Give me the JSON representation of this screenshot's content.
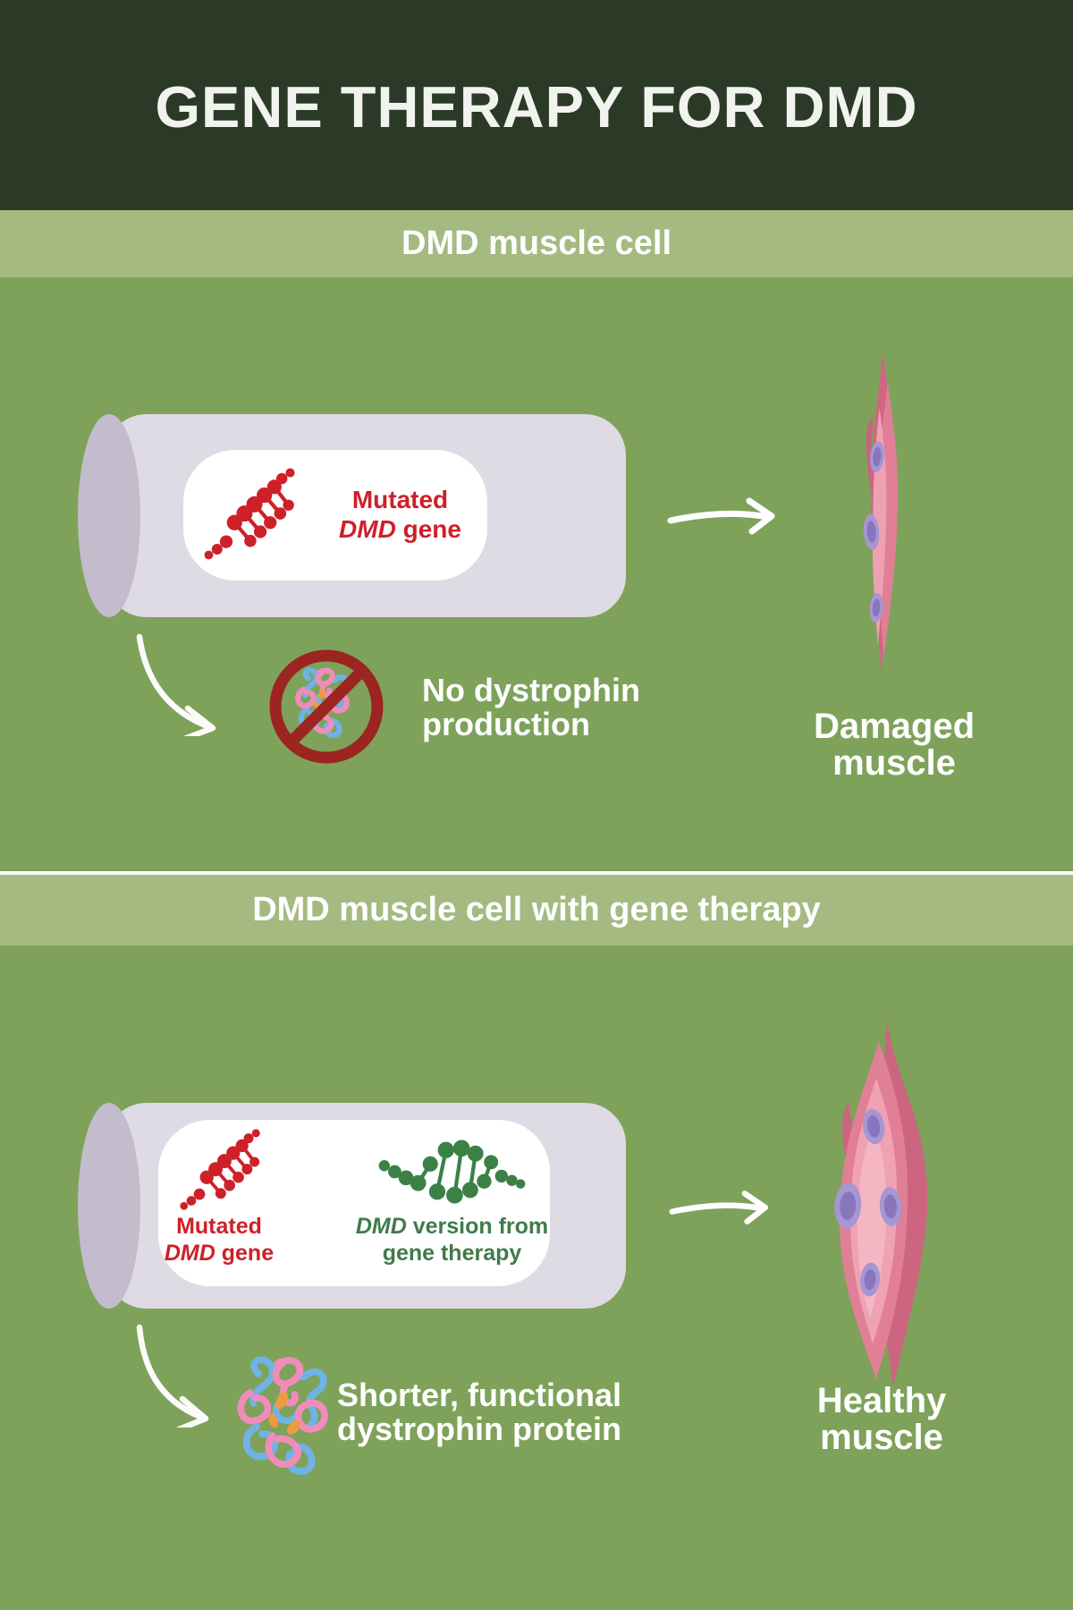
{
  "header": {
    "title": "GENE THERAPY FOR DMD"
  },
  "section1": {
    "band_title": "DMD muscle cell",
    "gene_label": {
      "line1": "Mutated",
      "line2_italic": "DMD",
      "line2_rest": " gene"
    },
    "no_production": {
      "line1": "No dystrophin",
      "line2": "production"
    },
    "muscle_label": {
      "line1": "Damaged",
      "line2": "muscle"
    }
  },
  "section2": {
    "band_title": "DMD muscle cell with gene therapy",
    "mutated_label": {
      "line1": "Mutated",
      "line2_italic": "DMD",
      "line2_rest": " gene"
    },
    "therapy_label": {
      "line1_italic": "DMD",
      "line1_rest": " version from",
      "line2": "gene therapy"
    },
    "protein_label": {
      "line1": "Shorter, functional",
      "line2": "dystrophin protein"
    },
    "muscle_label": {
      "line1": "Healthy",
      "line2": "muscle"
    }
  },
  "colors": {
    "header_bg": "#2b3a27",
    "band_bg": "#a4ba81",
    "body_bg": "#7ea25a",
    "cylinder_body": "#dfdbe4",
    "cylinder_end": "#c3bccc",
    "nucleus_bg": "#ffffff",
    "mutated_red": "#ce2029",
    "therapy_green_text": "#3f7b4a",
    "therapy_green_icon": "#3b8146",
    "prohibition_red": "#9c2421",
    "protein_pink": "#f08cba",
    "protein_blue": "#6fb3e6",
    "protein_orange": "#ee9a3f",
    "muscle_pink": "#e07f95",
    "muscle_nucleus_purple": "#a696d2",
    "text_white": "#ffffff"
  },
  "icons": {
    "mutated-dna-icon": "red DNA fragment",
    "therapy-dna-icon": "green DNA fragment",
    "no-dystrophin-icon": "prohibition sign over protein tangle",
    "dystrophin-protein-icon": "protein tangle",
    "arrow-right-icon": "white arrow pointing right",
    "curved-arrow-icon": "white curved arrow pointing down-right",
    "muscle-cell-cylinder": "muscle cell cylinder with nucleus",
    "damaged-muscle-illustration": "thin damaged muscle spindle",
    "healthy-muscle-illustration": "plump healthy muscle spindle"
  }
}
